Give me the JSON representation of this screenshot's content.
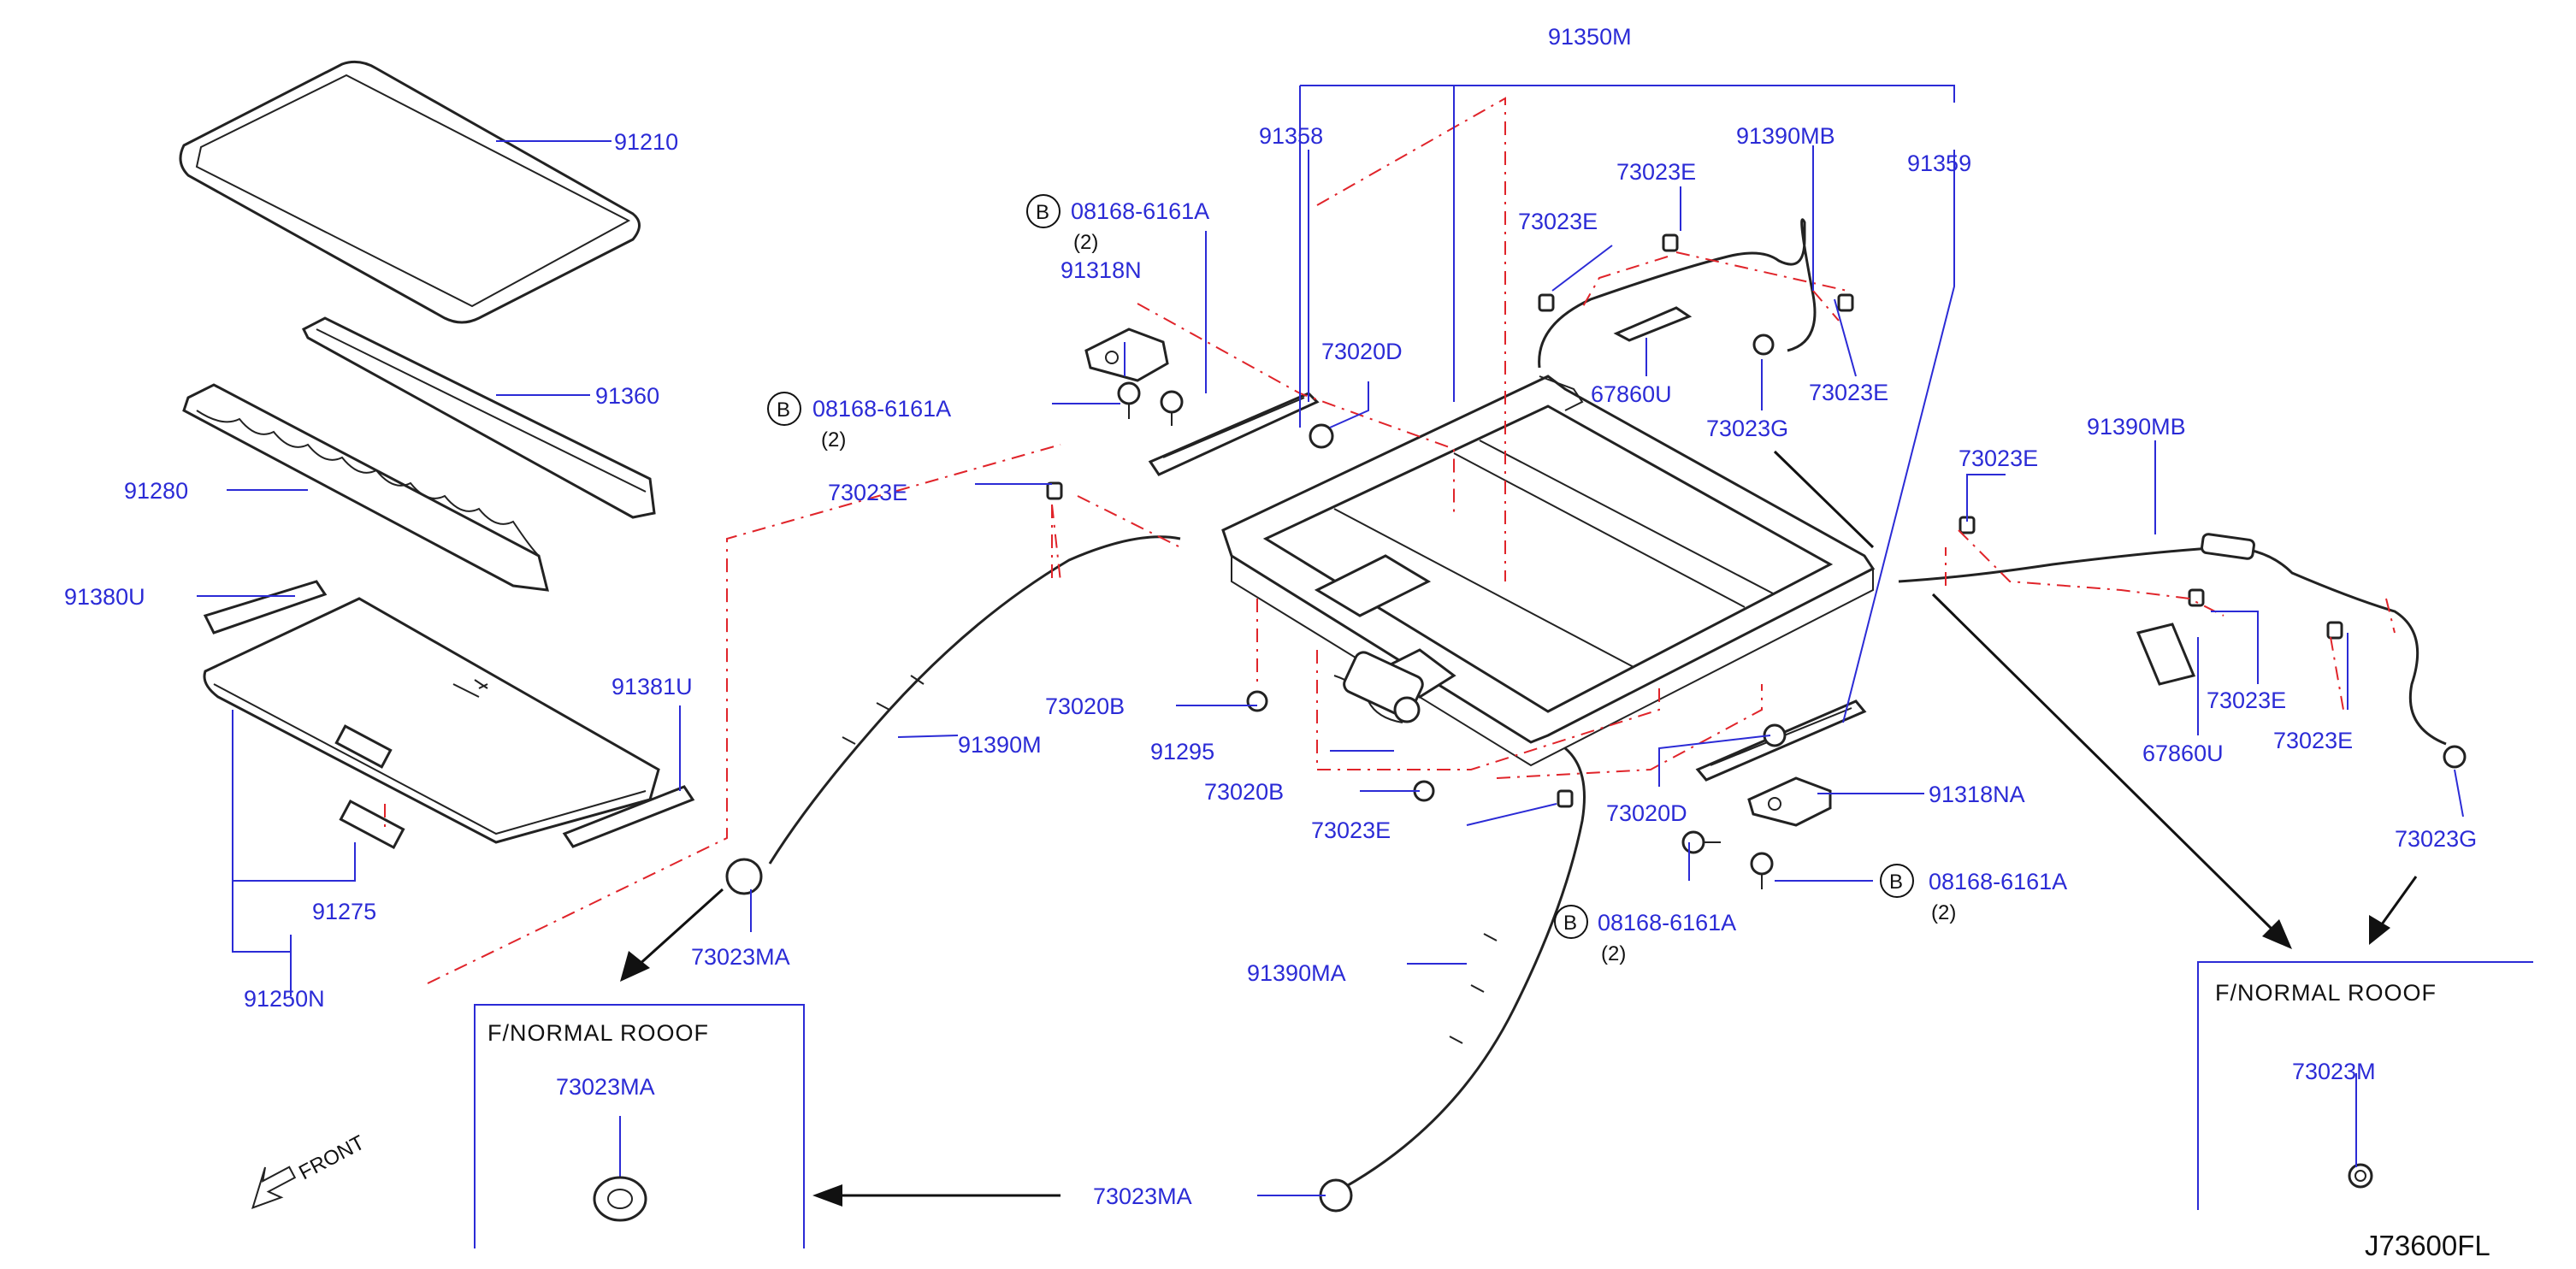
{
  "diagram_id": "J73600FL",
  "front_label": "FRONT",
  "inset_left": {
    "title": "F/NORMAL   ROOOF",
    "part": "73023MA"
  },
  "inset_right": {
    "title": "F/NORMAL   ROOOF",
    "part": "73023M"
  },
  "circle_b": "B",
  "labels": {
    "p91350M": "91350M",
    "p91358": "91358",
    "p91359": "91359",
    "p91390MB_top": "91390MB",
    "p91390MB_right": "91390MB",
    "p73023E_1": "73023E",
    "p73023E_2": "73023E",
    "p73023E_3": "73023E",
    "p73023E_4": "73023E",
    "p73023E_5": "73023E",
    "p73023E_6": "73023E",
    "p73023E_7": "73023E",
    "p73023E_8": "73023E",
    "p67860U_top": "67860U",
    "p67860U_right": "67860U",
    "p73023G_top": "73023G",
    "p73023G_right": "73023G",
    "p91210": "91210",
    "p91360": "91360",
    "p91280": "91280",
    "p91380U": "91380U",
    "p91381U": "91381U",
    "p91275": "91275",
    "p91250N": "91250N",
    "p91318N": "91318N",
    "p91318NA": "91318NA",
    "p73020D_top": "73020D",
    "p73020D_bot": "73020D",
    "p73020B_1": "73020B",
    "p73020B_2": "73020B",
    "p91295": "91295",
    "p91390M": "91390M",
    "p91390MA": "91390MA",
    "p73023MA_left": "73023MA",
    "p73023MA_bot": "73023MA",
    "bolt_1": "08168-6161A",
    "bolt_2": "08168-6161A",
    "bolt_3": "08168-6161A",
    "bolt_4": "08168-6161A",
    "qty_1": "(2)",
    "qty_2": "(2)",
    "qty_3": "(2)",
    "qty_4": "(2)"
  },
  "colors": {
    "label": "#2b2bd6",
    "phantom_line": "#e0242a",
    "outline": "#222222"
  }
}
